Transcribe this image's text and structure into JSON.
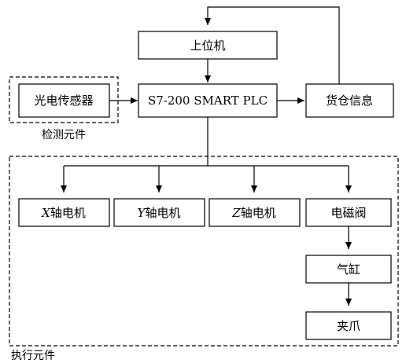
{
  "nodes": {
    "host_pc": "上位机",
    "plc": "S7-200 SMART PLC",
    "warehouse_info": "货仓信息",
    "photo_sensor": "光电传感器",
    "x_motor_axis": "X",
    "x_motor_label": "轴电机",
    "y_motor_axis": "Y",
    "y_motor_label": "轴电机",
    "z_motor_axis": "Z",
    "z_motor_label": "轴电机",
    "solenoid_valve": "电磁阀",
    "cylinder": "气缸",
    "gripper": "夹爪"
  },
  "groups": {
    "detection": "检测元件",
    "execution": "执行元件"
  }
}
